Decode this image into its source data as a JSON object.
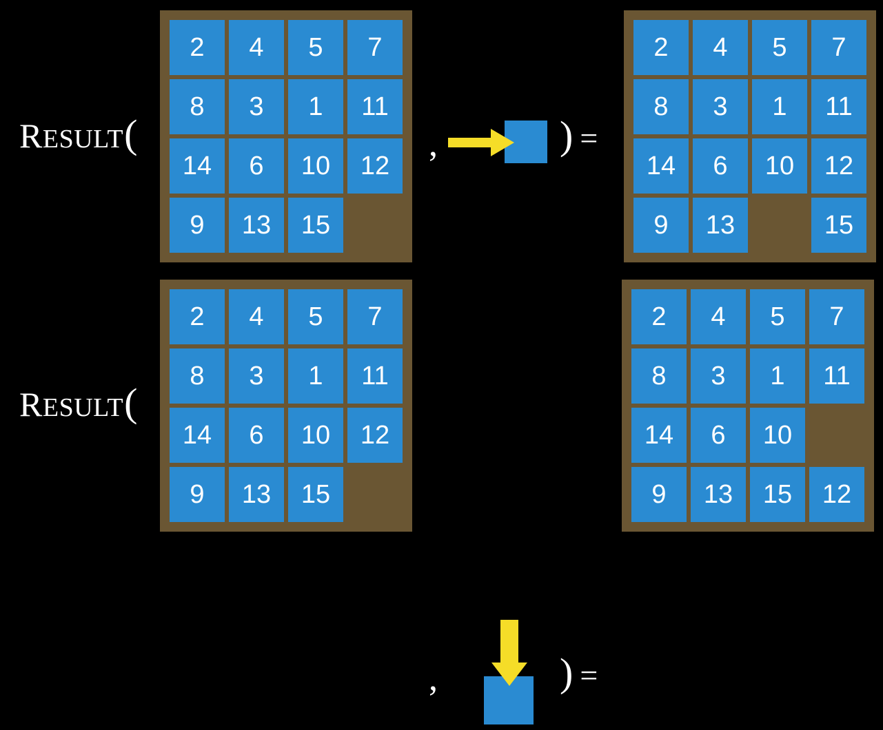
{
  "meta": {
    "background_color": "#000000",
    "board_color": "#6a5633",
    "tile_color": "#2a8bd2",
    "tile_text_color": "#ffffff",
    "arrow_color": "#f5dd28",
    "text_color": "#ffffff"
  },
  "labels": {
    "result_cap": "R",
    "result_rest": "ESULT",
    "open_paren": "(",
    "comma": ",",
    "close_paren": ")",
    "equals": "="
  },
  "rows": [
    {
      "id": "row-right-move",
      "label": {
        "cap": "R",
        "rest": "ESULT",
        "open_paren": "(",
        "comma": ",",
        "close_paren": ")",
        "equals": "="
      },
      "action": {
        "name": "move-right",
        "arrow_direction": "right",
        "arrow_color": "#f5dd28",
        "tile_color": "#2a8bd2"
      },
      "input_board": {
        "name": "input-board-row-right",
        "rows": [
          [
            "2",
            "4",
            "5",
            "7"
          ],
          [
            "8",
            "3",
            "1",
            "11"
          ],
          [
            "14",
            "6",
            "10",
            "12"
          ],
          [
            "9",
            "13",
            "15",
            ""
          ]
        ]
      },
      "output_board": {
        "name": "output-board-row-right",
        "rows": [
          [
            "2",
            "4",
            "5",
            "7"
          ],
          [
            "8",
            "3",
            "1",
            "11"
          ],
          [
            "14",
            "6",
            "10",
            "12"
          ],
          [
            "9",
            "13",
            "",
            "15"
          ]
        ]
      }
    },
    {
      "id": "row-down-move",
      "label": {
        "cap": "R",
        "rest": "ESULT",
        "open_paren": "(",
        "comma": ",",
        "close_paren": ")",
        "equals": "="
      },
      "action": {
        "name": "move-down",
        "arrow_direction": "down",
        "arrow_color": "#f5dd28",
        "tile_color": "#2a8bd2"
      },
      "input_board": {
        "name": "input-board-row-down",
        "rows": [
          [
            "2",
            "4",
            "5",
            "7"
          ],
          [
            "8",
            "3",
            "1",
            "11"
          ],
          [
            "14",
            "6",
            "10",
            "12"
          ],
          [
            "9",
            "13",
            "15",
            ""
          ]
        ]
      },
      "output_board": {
        "name": "output-board-row-down",
        "rows": [
          [
            "2",
            "4",
            "5",
            "7"
          ],
          [
            "8",
            "3",
            "1",
            "11"
          ],
          [
            "14",
            "6",
            "10",
            ""
          ],
          [
            "9",
            "13",
            "15",
            "12"
          ]
        ]
      }
    }
  ]
}
